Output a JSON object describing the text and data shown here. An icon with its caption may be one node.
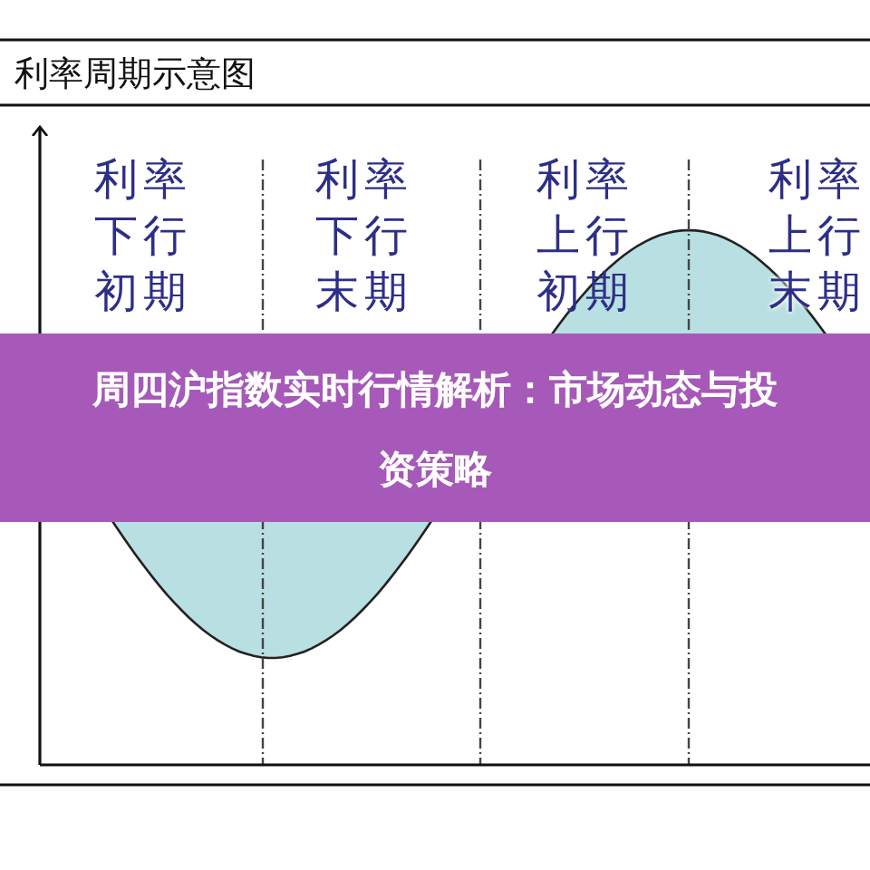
{
  "diagram": {
    "title": "利率周期示意图",
    "caption": "周四沪指数实时行情解析：市场动态与投资策略",
    "labels": [
      "利率下行初期",
      "利率下行末期",
      "利率上行初期",
      "利率上行末期"
    ]
  }
}
